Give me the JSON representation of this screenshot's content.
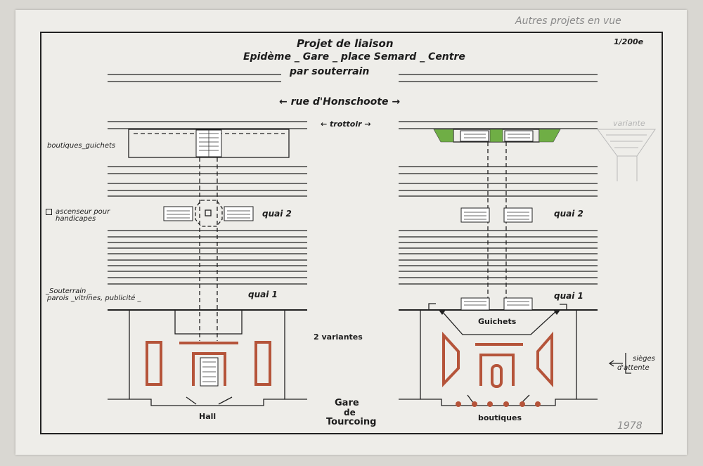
{
  "corner_note": "Autres projets en vue",
  "title": {
    "line1": "Projet de liaison",
    "line2": "Epidème _ Gare _ place Semard _ Centre",
    "line3": "par souterrain"
  },
  "scale": "1/200e",
  "street": "rue d'Honschoote",
  "sidewalk": "trottoir",
  "variant_label": "variante",
  "left_notes": {
    "shops_counters": "boutiques_guichets",
    "elevator": "ascenseur pour handicapes",
    "underground_1": "_Souterrain _",
    "underground_2": "parois _vitrines, publicité _"
  },
  "platform_2": "quai 2",
  "platform_1": "quai 1",
  "two_variants": "2 variantes",
  "station": {
    "line1": "Gare",
    "line2": "de",
    "line3": "Tourcoing"
  },
  "hall": "Hall",
  "counters": "Guichets",
  "shops": "boutiques",
  "seats": {
    "line1": "sièges",
    "line2": "d'attente"
  },
  "year": "1978",
  "colors": {
    "shop_red": "#b5543a",
    "grass": "#6fae45",
    "ink": "#1c1c1c"
  }
}
